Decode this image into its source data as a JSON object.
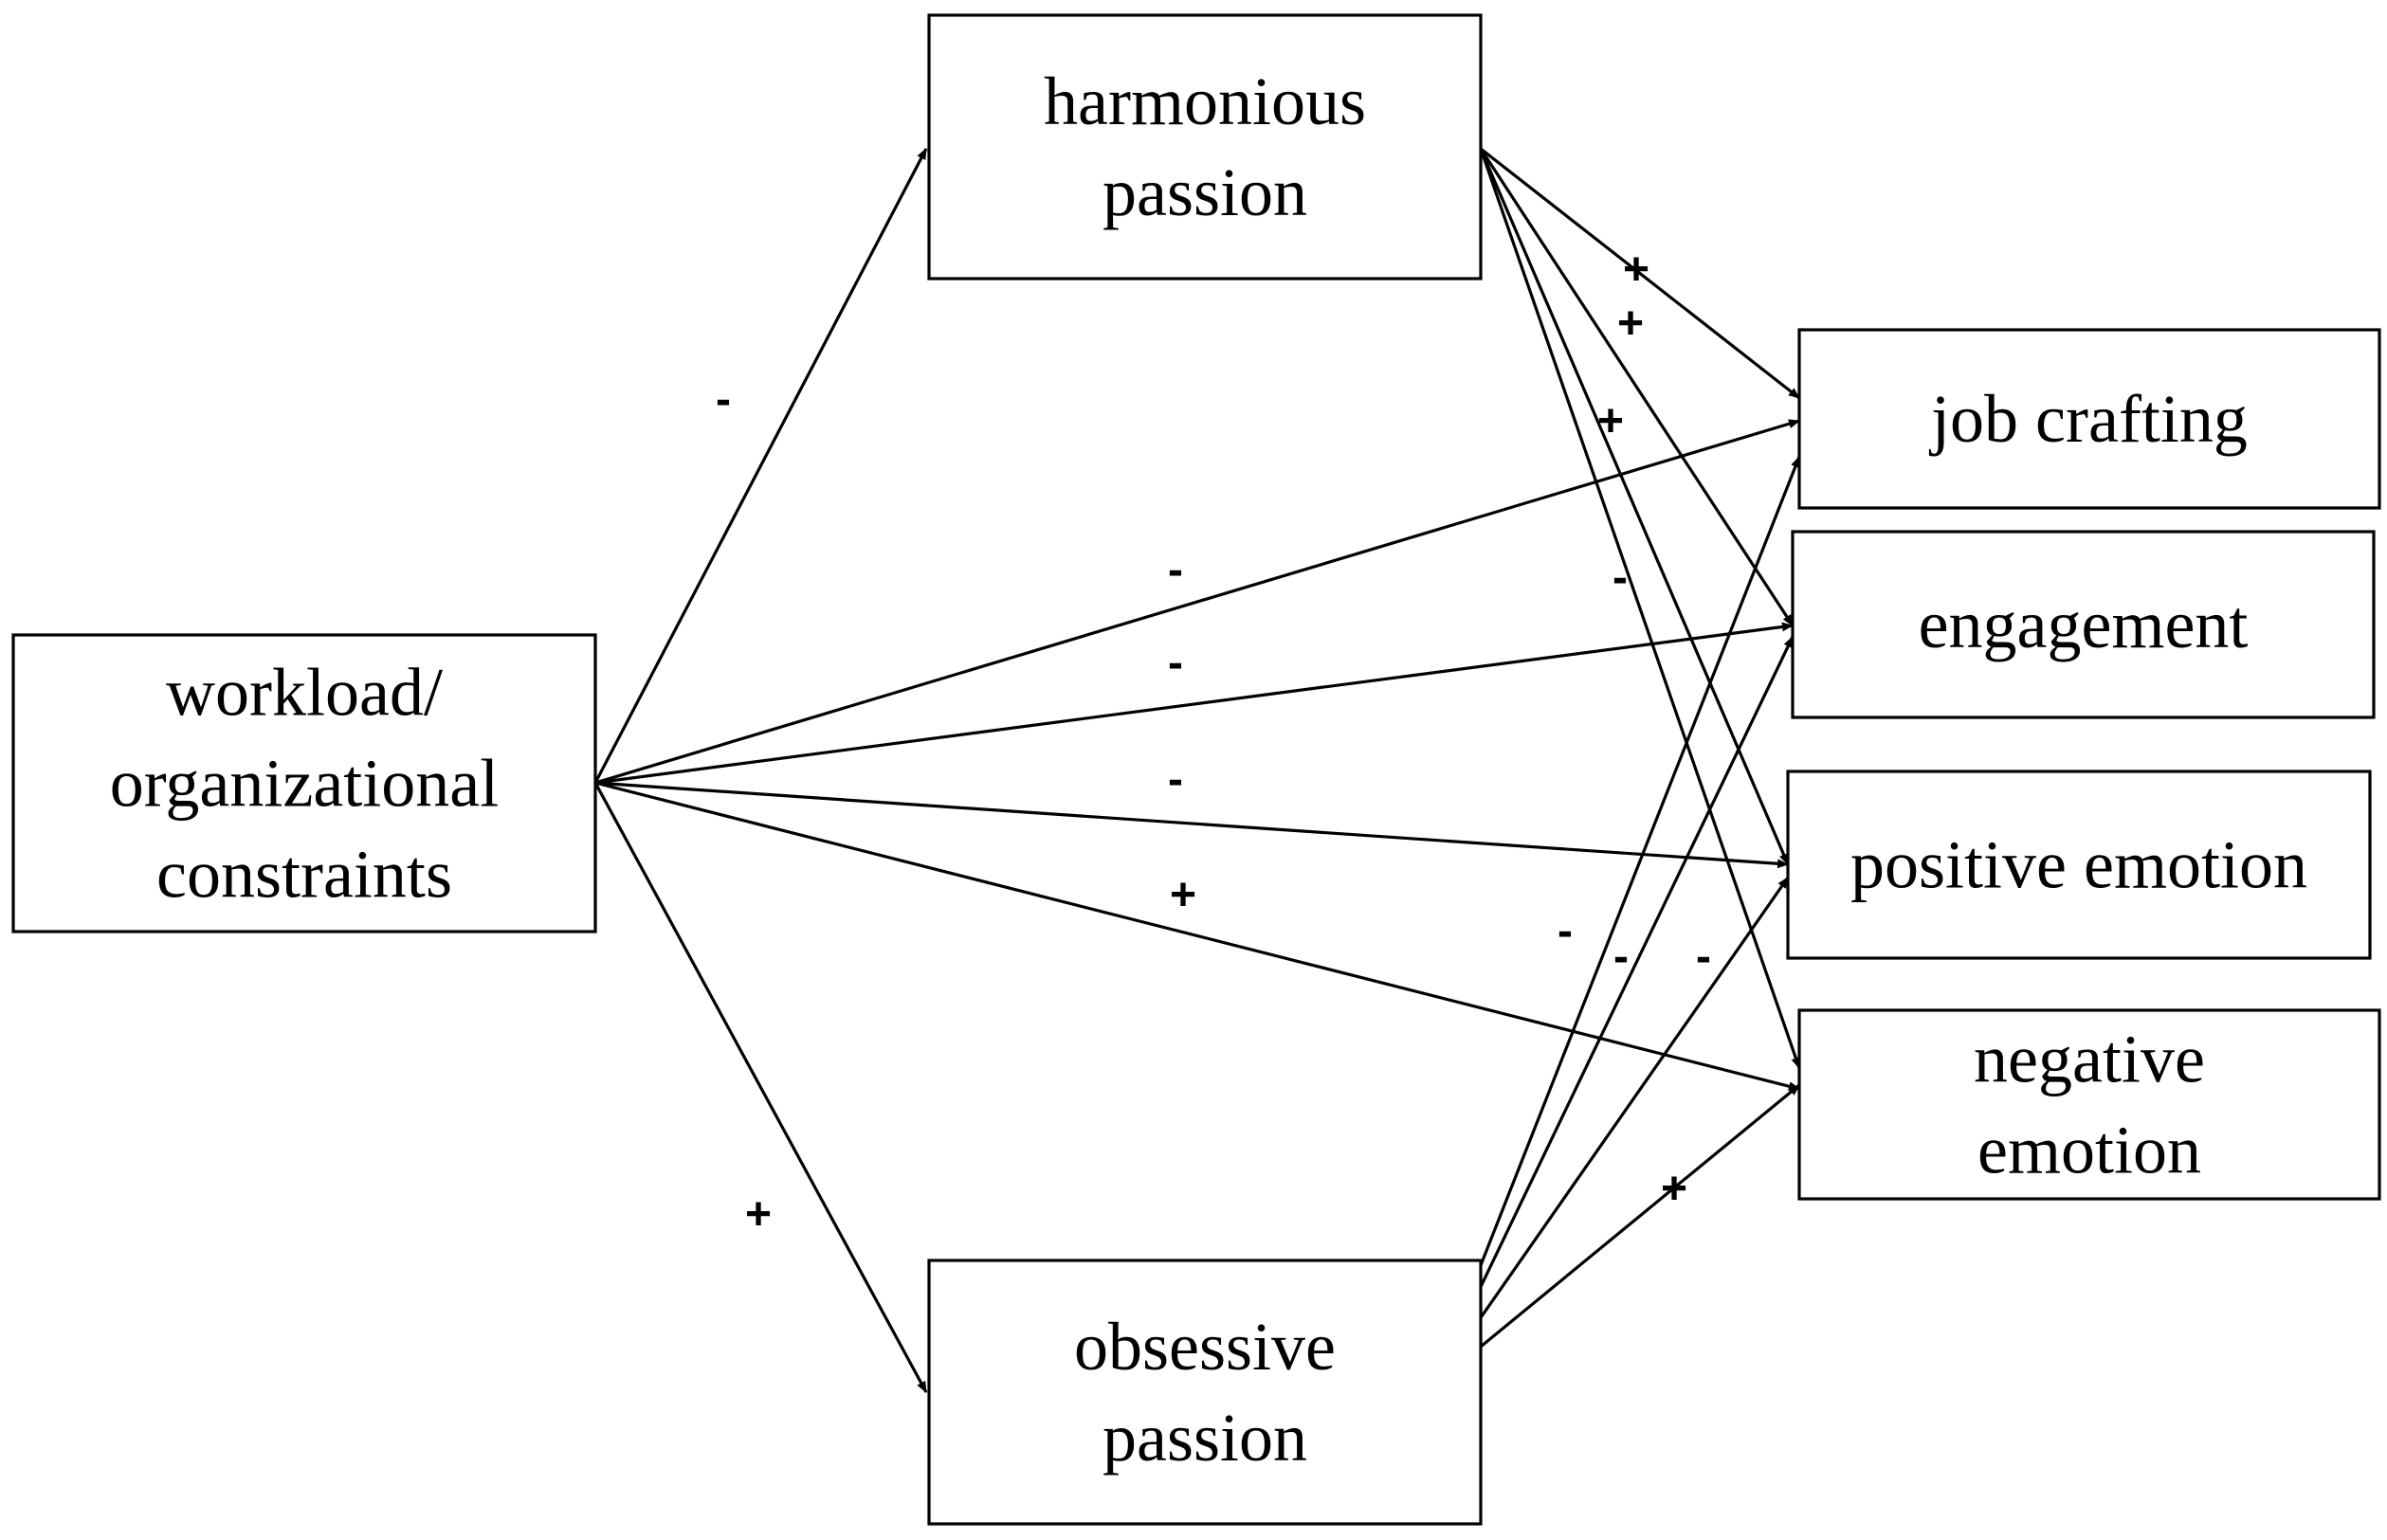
{
  "nodes": {
    "workload": {
      "lines": [
        "workload/",
        "organizational",
        "constraints"
      ]
    },
    "harmonious": {
      "lines": [
        "harmonious",
        "passion"
      ]
    },
    "obsessive": {
      "lines": [
        "obsessive",
        "passion"
      ]
    },
    "job_crafting": {
      "lines": [
        "job crafting"
      ]
    },
    "engagement": {
      "lines": [
        "engagement"
      ]
    },
    "positive_emotion": {
      "lines": [
        "positive emotion"
      ]
    },
    "negative_emotion": {
      "lines": [
        "negative",
        "emotion"
      ]
    }
  },
  "edges": [
    {
      "from": "workload",
      "to": "harmonious",
      "sign": "-"
    },
    {
      "from": "workload",
      "to": "obsessive",
      "sign": "+"
    },
    {
      "from": "workload",
      "to": "job_crafting",
      "sign": "-"
    },
    {
      "from": "workload",
      "to": "engagement",
      "sign": "-"
    },
    {
      "from": "workload",
      "to": "positive_emotion",
      "sign": "-"
    },
    {
      "from": "workload",
      "to": "negative_emotion",
      "sign": "+"
    },
    {
      "from": "harmonious",
      "to": "job_crafting",
      "sign": "+"
    },
    {
      "from": "harmonious",
      "to": "engagement",
      "sign": "+"
    },
    {
      "from": "harmonious",
      "to": "positive_emotion",
      "sign": "+"
    },
    {
      "from": "harmonious",
      "to": "negative_emotion",
      "sign": "-"
    },
    {
      "from": "obsessive",
      "to": "job_crafting",
      "sign": "-"
    },
    {
      "from": "obsessive",
      "to": "engagement",
      "sign": "-"
    },
    {
      "from": "obsessive",
      "to": "positive_emotion",
      "sign": "-"
    },
    {
      "from": "obsessive",
      "to": "negative_emotion",
      "sign": "+"
    }
  ],
  "colors": {
    "stroke": "#000000",
    "background": "#ffffff"
  }
}
